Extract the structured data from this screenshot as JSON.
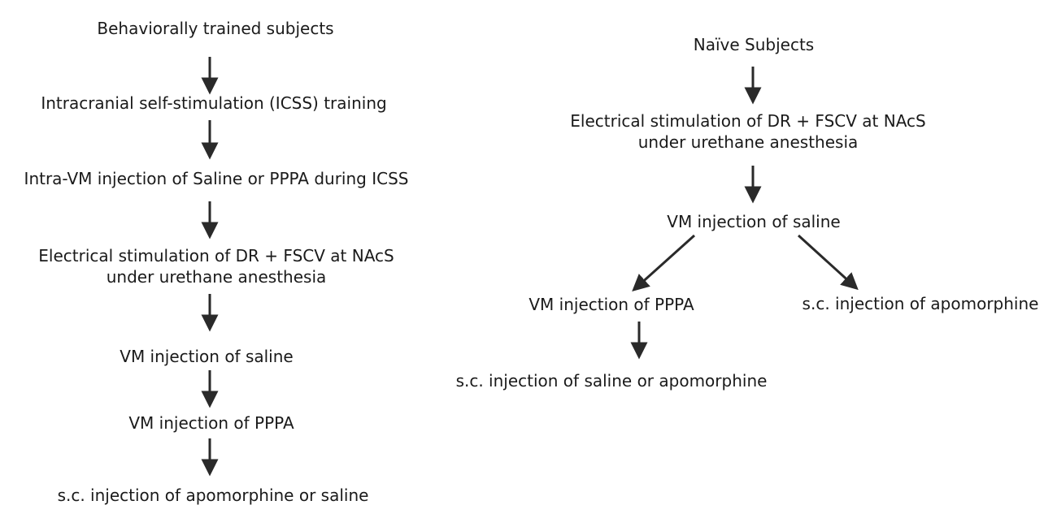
{
  "left_flow": {
    "steps": [
      {
        "lines": [
          "Behaviorally trained subjects"
        ]
      },
      {
        "lines": [
          "Intracranial self-stimulation (ICSS) training"
        ]
      },
      {
        "lines": [
          "Intra-VM injection  of Saline or PPPA during ICSS"
        ]
      },
      {
        "lines": [
          "Electrical stimulation of DR + FSCV at NAcS",
          "under urethane anesthesia"
        ]
      },
      {
        "lines": [
          "VM injection of saline"
        ]
      },
      {
        "lines": [
          "VM injection of PPPA"
        ]
      },
      {
        "lines": [
          "s.c.  injection of  apomorphine or saline"
        ]
      }
    ]
  },
  "right_flow": {
    "steps": [
      {
        "lines": [
          "Naïve Subjects"
        ]
      },
      {
        "lines": [
          "Electrical stimulation of DR + FSCV at NAcS",
          "under urethane anesthesia"
        ]
      },
      {
        "lines": [
          "VM injection of saline"
        ]
      }
    ],
    "branch_left": {
      "steps": [
        {
          "lines": [
            "VM injection of PPPA"
          ]
        },
        {
          "lines": [
            "s.c. injection of saline or apomorphine"
          ]
        }
      ]
    },
    "branch_right": {
      "steps": [
        {
          "lines": [
            "s.c. injection of apomorphine"
          ]
        }
      ]
    }
  },
  "colors": {
    "text": "#1a1a1a",
    "arrow": "#2a2a2a",
    "background": "#ffffff"
  }
}
